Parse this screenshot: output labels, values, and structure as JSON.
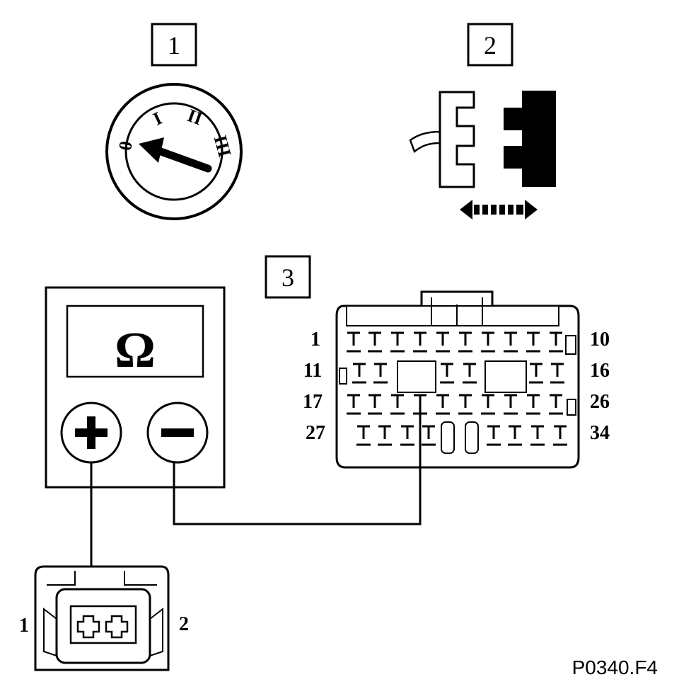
{
  "figure_code": "P0340.F4",
  "steps": [
    {
      "number": "1"
    },
    {
      "number": "2"
    },
    {
      "number": "3"
    }
  ],
  "ignition_switch": {
    "positions": [
      "0",
      "I",
      "II",
      "III"
    ],
    "selected": "0"
  },
  "multimeter": {
    "unit_symbol": "Ω",
    "plus_symbol": "+",
    "minus_symbol": "−"
  },
  "ecu_connector": {
    "row_labels_left": [
      "1",
      "11",
      "17",
      "27"
    ],
    "row_labels_right": [
      "10",
      "16",
      "26",
      "34"
    ]
  },
  "sensor_connector": {
    "pin_labels": [
      "1",
      "2"
    ]
  }
}
